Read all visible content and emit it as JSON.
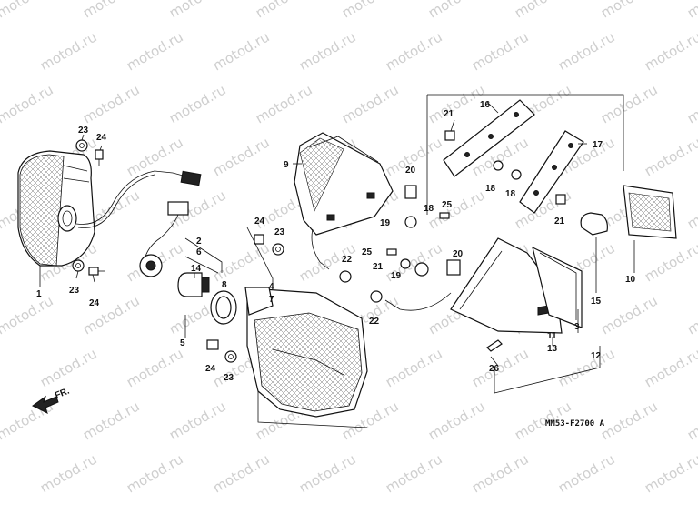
{
  "watermark": "motod.ru",
  "diagram_code": "MM53-F2700 A",
  "direction_label": "FR.",
  "part_numbers": [
    "1",
    "2",
    "3",
    "4",
    "5",
    "6",
    "7",
    "8",
    "9",
    "10",
    "11",
    "12",
    "13",
    "14",
    "15",
    "16",
    "17",
    "18",
    "19",
    "20",
    "21",
    "22",
    "23",
    "24",
    "25",
    "26"
  ],
  "labels": {
    "p1": "1",
    "p2": "2",
    "p3": "3",
    "p4": "4",
    "p5": "5",
    "p6": "6",
    "p7": "7",
    "p8": "8",
    "p9": "9",
    "p10": "10",
    "p11": "11",
    "p12": "12",
    "p13": "13",
    "p14": "14",
    "p15": "15",
    "p16": "16",
    "p17": "17",
    "p18a": "18",
    "p18b": "18",
    "p18c": "18",
    "p19a": "19",
    "p19b": "19",
    "p20a": "20",
    "p20b": "20",
    "p21a": "21",
    "p21b": "21",
    "p21c": "21",
    "p22a": "22",
    "p22b": "22",
    "p23a": "23",
    "p23b": "23",
    "p23c": "23",
    "p23d": "23",
    "p24a": "24",
    "p24b": "24",
    "p24c": "24",
    "p24d": "24",
    "p25a": "25",
    "p25b": "25",
    "p26": "26"
  }
}
